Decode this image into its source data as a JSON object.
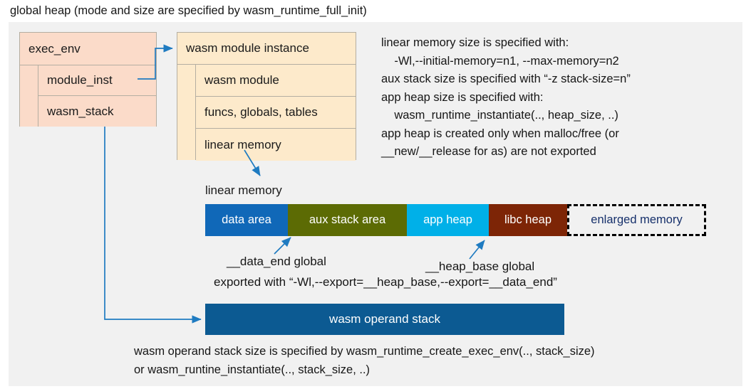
{
  "title": "global heap (mode and size are specified by wasm_runtime_full_init)",
  "colors": {
    "background": "#ffffff",
    "panel": "#f1f1f1",
    "exec_env_fill": "#fbdbc9",
    "module_instance_fill": "#fdeacb",
    "struct_border": "#b4aea2",
    "connector": "#1f7bc1",
    "data_area": "#1068b8",
    "aux_stack_area": "#5c6b04",
    "app_heap": "#00b0e8",
    "libc_heap": "#7d2506",
    "enlarged_memory_text": "#16306b",
    "operand_stack": "#0c5a92"
  },
  "exec_env": {
    "header": "exec_env",
    "fields": [
      "module_inst",
      "wasm_stack"
    ]
  },
  "module_instance": {
    "header": "wasm module instance",
    "fields": [
      "wasm module",
      "funcs, globals, tables",
      "linear memory"
    ]
  },
  "note_right": "linear memory size is specified with:\n    -Wl,--initial-memory=n1, --max-memory=n2\naux stack size is specified with “-z stack-size=n”\napp heap size is specified with:\n    wasm_runtime_instantiate(.., heap_size, ..)\napp heap is created only when malloc/free (or\n__new/__release for as) are not exported",
  "linear_memory": {
    "label": "linear memory",
    "segments": [
      {
        "label": "data area",
        "color": "#1068b8",
        "width": 116,
        "text_color": "#ffffff",
        "dashed": false
      },
      {
        "label": "aux stack area",
        "color": "#5c6b04",
        "width": 167,
        "text_color": "#ffffff",
        "dashed": false
      },
      {
        "label": "app heap",
        "color": "#00b0e8",
        "width": 115,
        "text_color": "#ffffff",
        "dashed": false
      },
      {
        "label": "libc heap",
        "color": "#7d2506",
        "width": 110,
        "text_color": "#ffffff",
        "dashed": false
      },
      {
        "label": "enlarged memory",
        "color": "#f1f1f1",
        "width": 195,
        "text_color": "#16306b",
        "dashed": true
      }
    ]
  },
  "annotations": {
    "data_end": "__data_end global",
    "heap_base": "__heap_base global",
    "exported": "exported with “-Wl,--export=__heap_base,--export=__data_end”"
  },
  "operand_stack": {
    "label": "wasm operand stack"
  },
  "note_bottom": "wasm operand stack size is specified by wasm_runtime_create_exec_env(.., stack_size)\nor wasm_runtine_instantiate(.., stack_size, ..)"
}
